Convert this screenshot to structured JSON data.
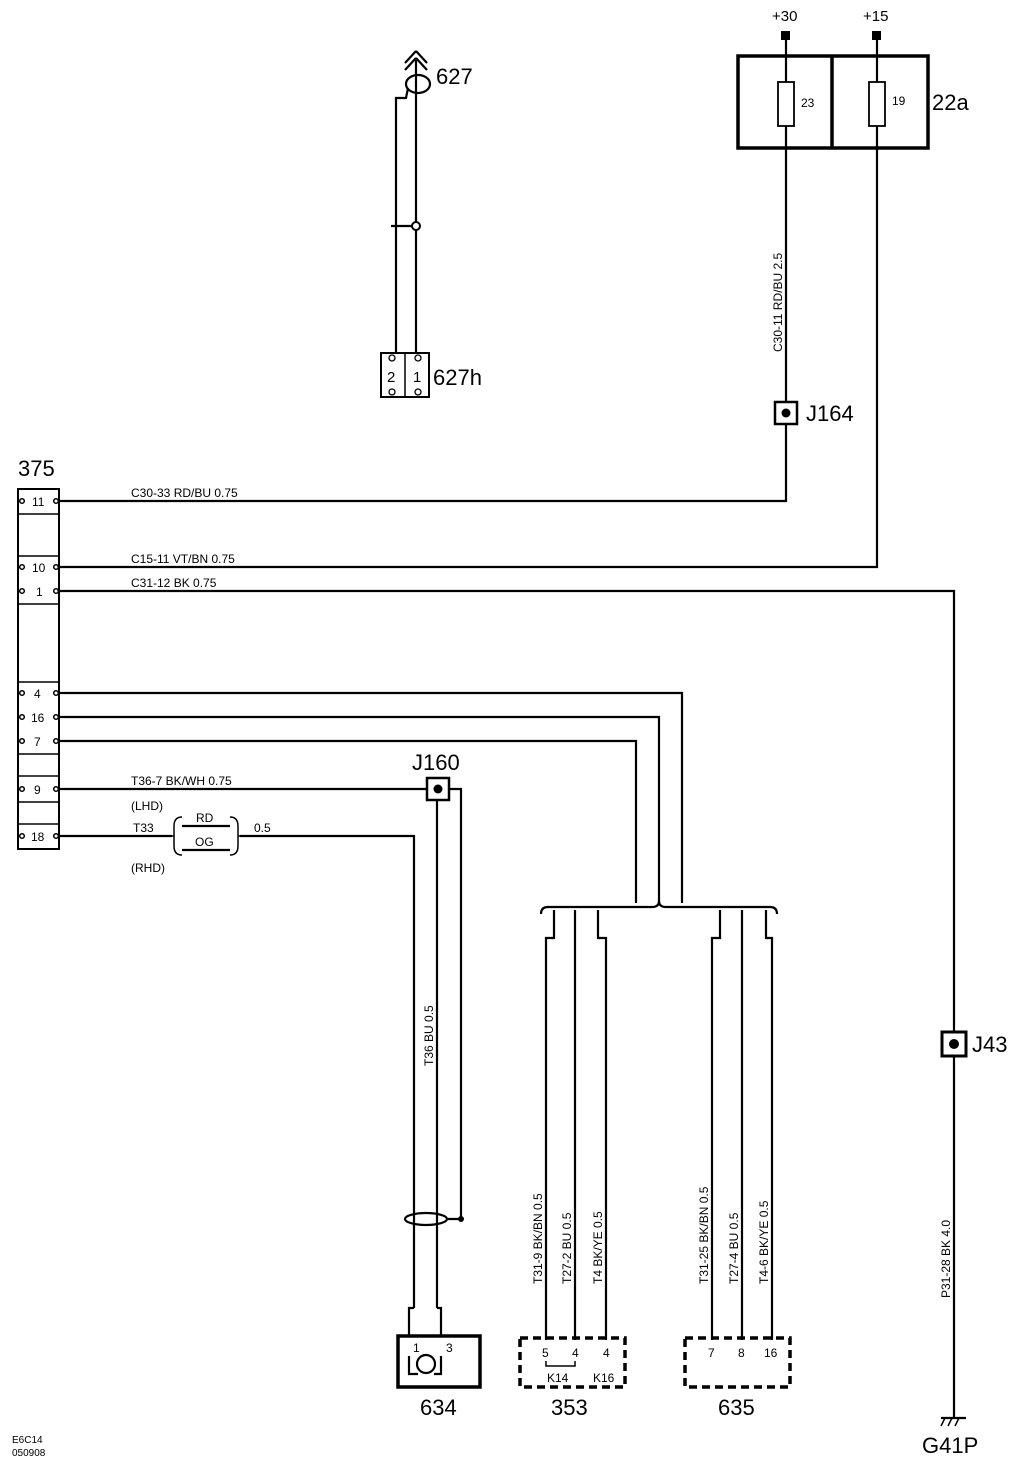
{
  "components": {
    "c627": "627",
    "c627h": "627h",
    "c627h_pin2": "2",
    "c627h_pin1": "1",
    "fusebox": "22a",
    "fuse23": "23",
    "fuse19": "19",
    "supply30": "+30",
    "supply15": "+15",
    "c375": "375",
    "c634": "634",
    "c634_pin1": "1",
    "c634_pin3": "3",
    "c353": "353",
    "c635": "635",
    "ground": "G41P"
  },
  "junctions": {
    "j164": "J164",
    "j160": "J160",
    "j43": "J43"
  },
  "pins375": [
    "11",
    "10",
    "1",
    "4",
    "16",
    "7",
    "9",
    "18"
  ],
  "wires": {
    "w11": "C30-33     RD/BU    0.75",
    "w10": "C15-11     VT/BN    0.75",
    "w1": "C31-12   BK   0.75",
    "w9": "T36-7   BK/WH   0.75",
    "w18_conn": "T33",
    "w18_rd": "RD",
    "w18_og": "OG",
    "w18_size": "0.5",
    "lhd": "(LHD)",
    "rhd": "(RHD)",
    "fuse_wire": "C30-11     RD/BU   2.5",
    "shield_wire": "T36   BU   0.5",
    "ground_wire": "P31-28   BK   4.0",
    "v1": "T31-9   BK/BN   0.5",
    "v2": "T27-2   BU   0.5",
    "v3": "T4   BK/YE   0.5",
    "v4": "T31-25     BK/BN   0.5",
    "v5": "T27-4     BU   0.5",
    "v6": "T4-6   BK/YE  0.5"
  },
  "c353_pins": {
    "p5": "5",
    "p4a": "4",
    "p4b": "4",
    "k14": "K14",
    "k16": "K16"
  },
  "c635_pins": {
    "p7": "7",
    "p8": "8",
    "p16": "16"
  },
  "footer": {
    "code": "E6C14",
    "date": "050908"
  }
}
